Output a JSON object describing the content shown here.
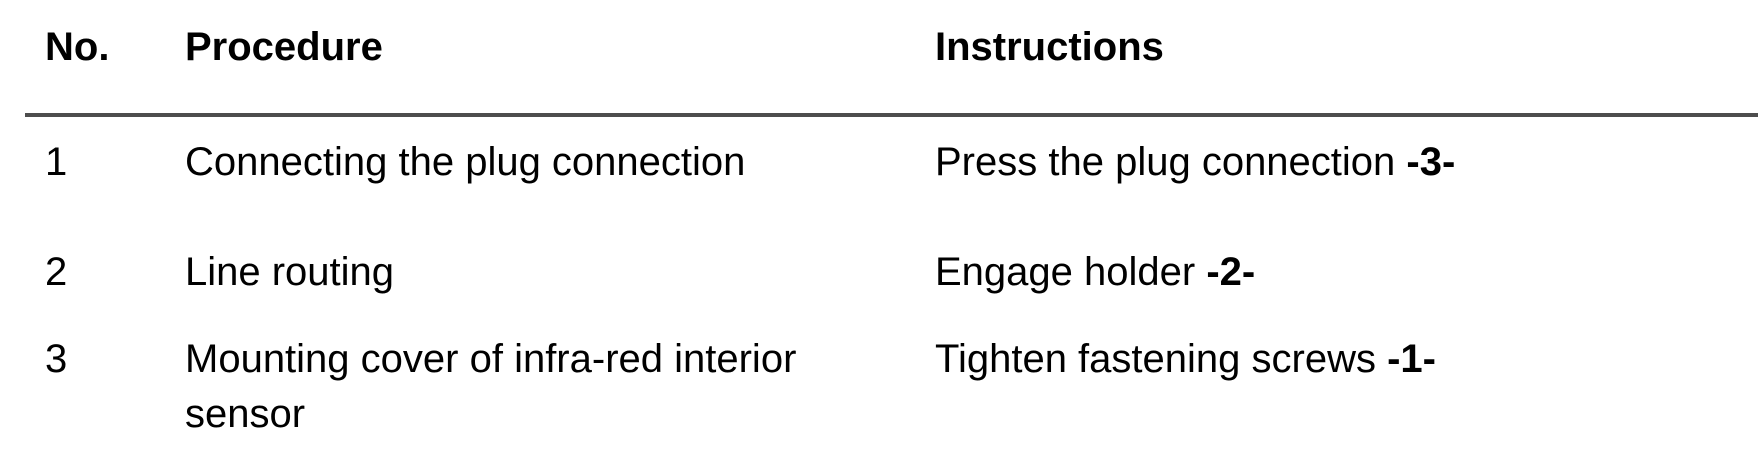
{
  "table": {
    "headers": {
      "no": "No.",
      "procedure": "Procedure",
      "instructions": "Instructions"
    },
    "rows": [
      {
        "no": "1",
        "procedure": "Connecting the plug connection",
        "instruction_text": "Press the plug connection ",
        "instruction_ref": "-3-"
      },
      {
        "no": "2",
        "procedure": "Line routing",
        "instruction_text": "Engage holder ",
        "instruction_ref": "-2-"
      },
      {
        "no": "3",
        "procedure": "Mounting cover of infra-red interior sensor",
        "instruction_text": "Tighten fastening screws ",
        "instruction_ref": "-1-"
      }
    ],
    "colors": {
      "text": "#000000",
      "rule": "#4d4d4d",
      "background": "#ffffff"
    }
  }
}
